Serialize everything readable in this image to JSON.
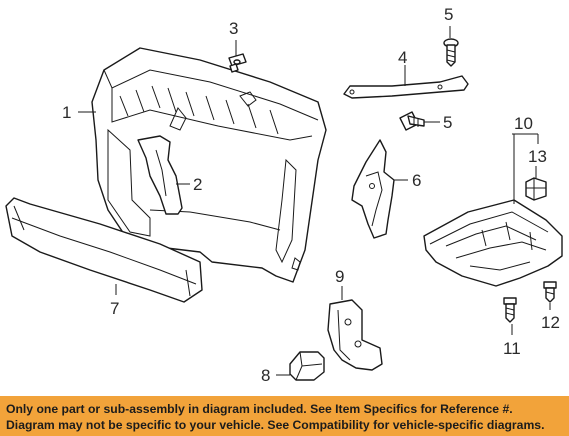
{
  "callouts": {
    "n1": "1",
    "n2": "2",
    "n3": "3",
    "n4": "4",
    "n5a": "5",
    "n5b": "5",
    "n6": "6",
    "n7": "7",
    "n8": "8",
    "n9": "9",
    "n10": "10",
    "n11": "11",
    "n12": "12",
    "n13": "13"
  },
  "banner": {
    "line1": "Only one part or sub-assembly in diagram included. See Item Specifics for Reference #.",
    "line2": "Diagram may not be specific to your vehicle. See Compatibility for vehicle-specific diagrams.",
    "color": "#f2a33a"
  }
}
